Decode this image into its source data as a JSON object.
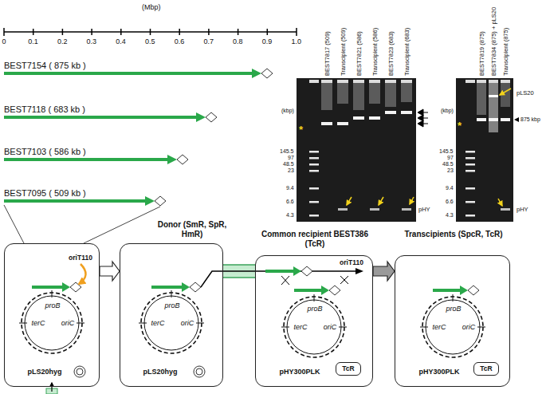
{
  "diagram": {
    "nodes": [
      {
        "text": [
          "proB",
          "terC",
          "oriC",
          "pLS20hyg",
          "oriT110"
        ]
      },
      {
        "text": [
          "Donor (SmR, SpR, HmR)",
          "proB",
          "terC",
          "oriC",
          "pLS20hyg"
        ]
      },
      {
        "text": [
          "Common recipient BEST386 (TcR)",
          "oriT110",
          "proB",
          "terC",
          "oriC",
          "pHY300PLK"
        ]
      },
      {
        "text": [
          "TcR"
        ],
        "in": 2
      },
      {
        "text": [
          "Transcipients (SpcR, TcR)",
          "proB",
          "terC",
          "oriC",
          "pHY300PLK"
        ]
      },
      {
        "text": [
          "TcR"
        ],
        "in": 4
      }
    ],
    "edges": [
      {
        "from": 0,
        "to": 1,
        "arrow": "to"
      },
      {
        "from": 1,
        "to": 2,
        "arrow": "none"
      },
      {
        "from": 2,
        "to": 4,
        "arrow": "to"
      }
    ],
    "labels": [
      "(Mbp)",
      "0",
      "0.1",
      "0.2",
      "0.3",
      "0.4",
      "0.5",
      "0.6",
      "0.7",
      "0.8",
      "0.9",
      "1.0",
      "BEST7154 ( 875 kb )",
      "BEST7118 ( 683 kb )",
      "BEST7103 ( 586 kb )",
      "BEST7095 ( 509 kb )",
      "BEST7817 (509)",
      "Transcipient (509)",
      "BEST7821 (586)",
      "Transcipient (586)",
      "BEST7823 (683)",
      "Transcipient (683)",
      "BEST7819 (875)",
      "BEST7834 (875) + pLS20",
      "Transcipient (875)",
      "(kbp)",
      "145.5",
      "97",
      "48.5",
      "23",
      "9.4",
      "6.6",
      "4.3",
      "*",
      "pHY",
      "(kbp)",
      "145.5",
      "97",
      "48.5",
      "23",
      "9.4",
      "6.6",
      "4.3",
      "*",
      "pLS20",
      "875 kbp",
      "pHY"
    ]
  }
}
